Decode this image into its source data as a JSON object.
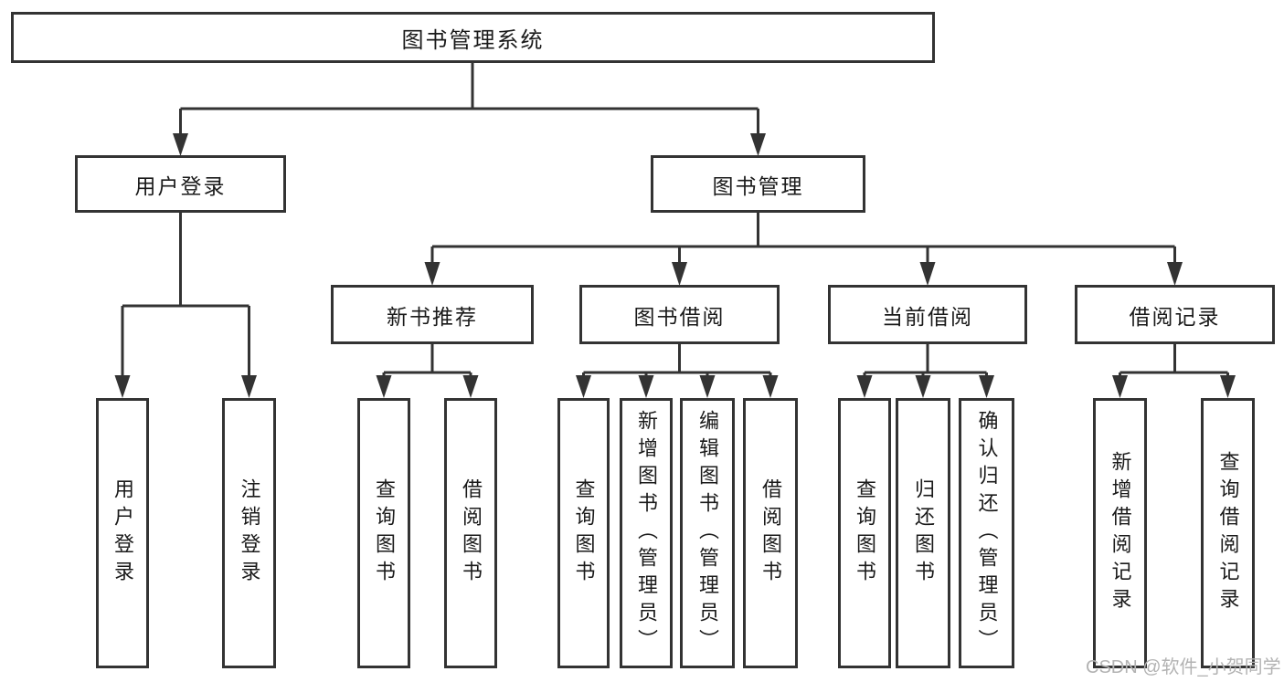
{
  "diagram_type": "hierarchy-tree",
  "watermark": "CSDN @软件_小贺同学",
  "colors": {
    "line": "#333333",
    "box_border": "#333333",
    "box_background": "#ffffff",
    "text": "#1a1a1a",
    "watermark": "#b3b3b3"
  },
  "tree": {
    "root": {
      "label": "图书管理系统",
      "children": {
        "user_login": {
          "label": "用户登录",
          "children": {
            "user_login_action": {
              "label": "用户登录"
            },
            "logout": {
              "label": "注销登录"
            }
          }
        },
        "book_management": {
          "label": "图书管理",
          "children": {
            "new_book_recommend": {
              "label": "新书推荐",
              "children": {
                "query_books": {
                  "label": "查询图书"
                },
                "borrow_books": {
                  "label": "借阅图书"
                }
              }
            },
            "book_borrowing": {
              "label": "图书借阅",
              "children": {
                "query_books": {
                  "label": "查询图书"
                },
                "add_books_admin": {
                  "label": "新增图书（管理员）"
                },
                "edit_books_admin": {
                  "label": "编辑图书（管理员）"
                },
                "borrow_books": {
                  "label": "借阅图书"
                }
              }
            },
            "current_borrowing": {
              "label": "当前借阅",
              "children": {
                "query_books": {
                  "label": "查询图书"
                },
                "return_books": {
                  "label": "归还图书"
                },
                "confirm_return_admin": {
                  "label": "确认归还（管理员）"
                }
              }
            },
            "borrowing_records": {
              "label": "借阅记录",
              "children": {
                "add_borrowing_record": {
                  "label": "新增借阅记录"
                },
                "query_borrowing_record": {
                  "label": "查询借阅记录"
                }
              }
            }
          }
        }
      }
    }
  }
}
